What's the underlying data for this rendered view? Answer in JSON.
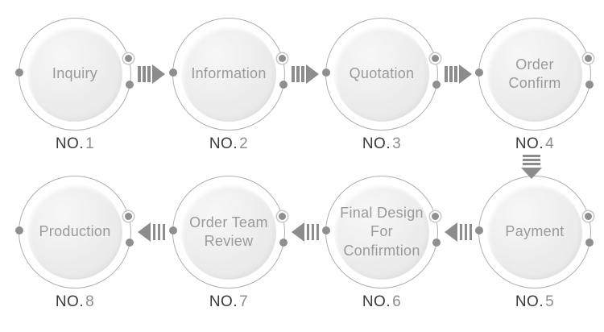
{
  "diagram": {
    "colors": {
      "background": "#ffffff",
      "circle_fill": "#ececec",
      "circle_ring": "#b0b0b0",
      "node_label": "#9a9a9a",
      "no_prefix": "#3b3b3b",
      "no_number": "#8e8e8e",
      "arrow": "#8c8c8c",
      "dot": "#8f8f8f",
      "dot_halo": "#c8c8c8"
    },
    "nodes": [
      {
        "label": "Inquiry",
        "no_prefix": "NO.",
        "no_number": "1"
      },
      {
        "label": "Information",
        "no_prefix": "NO.",
        "no_number": "2"
      },
      {
        "label": "Quotation",
        "no_prefix": "NO.",
        "no_number": "3"
      },
      {
        "label": "Order Confirm",
        "no_prefix": "NO.",
        "no_number": "4"
      },
      {
        "label": "Payment",
        "no_prefix": "NO.",
        "no_number": "5"
      },
      {
        "label": "Final Design For Confirmtion",
        "no_prefix": "NO.",
        "no_number": "6"
      },
      {
        "label": "Order Team Review",
        "no_prefix": "NO.",
        "no_number": "7"
      },
      {
        "label": "Production",
        "no_prefix": "NO.",
        "no_number": "8"
      }
    ],
    "connections": [
      {
        "from": 1,
        "to": 2,
        "direction": "right"
      },
      {
        "from": 2,
        "to": 3,
        "direction": "right"
      },
      {
        "from": 3,
        "to": 4,
        "direction": "right"
      },
      {
        "from": 4,
        "to": 5,
        "direction": "down"
      },
      {
        "from": 5,
        "to": 6,
        "direction": "left"
      },
      {
        "from": 6,
        "to": 7,
        "direction": "left"
      },
      {
        "from": 7,
        "to": 8,
        "direction": "left"
      }
    ]
  }
}
